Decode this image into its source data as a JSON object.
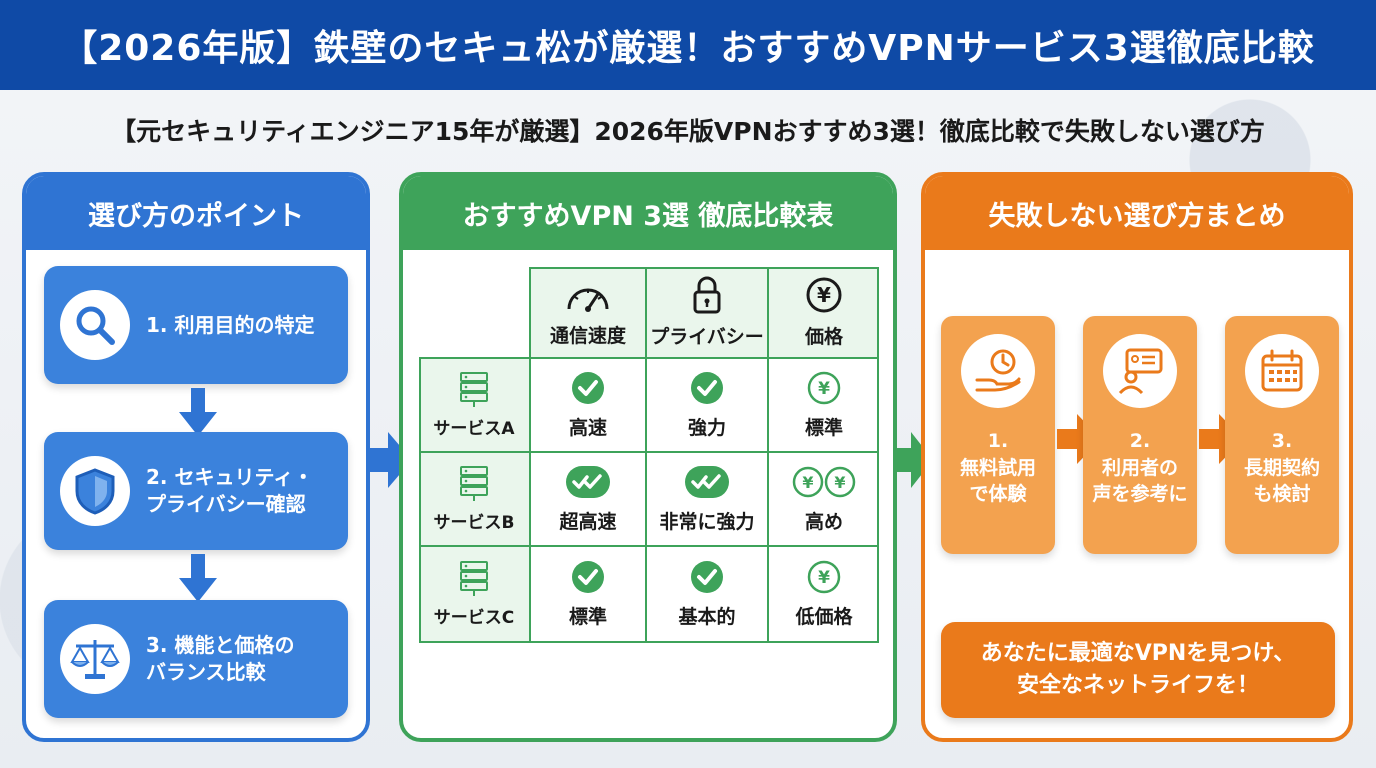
{
  "header": {
    "title": "【2026年版】鉄壁のセキュ松が厳選！おすすめVPNサービス3選徹底比較"
  },
  "subtitle": "【元セキュリティエンジニア15年が厳選】2026年版VPNおすすめ3選！徹底比較で失敗しない選び方",
  "left_panel": {
    "title": "選び方のポイント",
    "steps": [
      {
        "label": "1. 利用目的の特定",
        "icon": "magnifier-icon"
      },
      {
        "label": "2. セキュリティ・\nプライバシー確認",
        "icon": "shield-icon"
      },
      {
        "label": "3. 機能と価格の\n   バランス比較",
        "icon": "scale-icon"
      }
    ]
  },
  "middle_panel": {
    "title": "おすすめVPN 3選 徹底比較表",
    "columns": [
      {
        "label": "通信速度",
        "icon": "speedometer-icon"
      },
      {
        "label": "プライバシー",
        "icon": "lock-icon"
      },
      {
        "label": "価格",
        "icon": "yen-icon"
      }
    ],
    "rows": [
      {
        "name": "サービスA",
        "cells": [
          {
            "text": "高速",
            "mark": "check"
          },
          {
            "text": "強力",
            "mark": "check"
          },
          {
            "text": "標準",
            "mark": "yen1"
          }
        ]
      },
      {
        "name": "サービスB",
        "cells": [
          {
            "text": "超高速",
            "mark": "double-check"
          },
          {
            "text": "非常に強力",
            "mark": "double-check"
          },
          {
            "text": "高め",
            "mark": "yen2"
          }
        ]
      },
      {
        "name": "サービスC",
        "cells": [
          {
            "text": "標準",
            "mark": "check"
          },
          {
            "text": "基本的",
            "mark": "check"
          },
          {
            "text": "低価格",
            "mark": "yen1"
          }
        ]
      }
    ]
  },
  "right_panel": {
    "title": "失敗しない選び方まとめ",
    "steps": [
      {
        "label": "1.\n無料試用\nで体験",
        "icon": "clock-hand-icon"
      },
      {
        "label": "2.\n利用者の\n声を参考に",
        "icon": "review-icon"
      },
      {
        "label": "3.\n長期契約\nも検討",
        "icon": "calendar-icon"
      }
    ],
    "banner": "あなたに最適なVPNを見つけ、\n安全なネットライフを！"
  },
  "colors": {
    "blue": "#2f74d3",
    "green": "#3ea35a",
    "orange": "#ea7a1b",
    "header": "#0f4aa6"
  }
}
